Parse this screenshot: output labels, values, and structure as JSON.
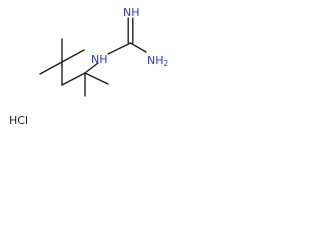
{
  "molecule": {
    "atoms": {
      "imine_nitrogen": "NH",
      "amine_nitrogen": "NH",
      "amino_group_main": "NH",
      "amino_group_sub": "2",
      "salt": "HCl"
    },
    "colors": {
      "bond": "#1a1a1a",
      "nitrogen": "#3036c8",
      "salt": "#202020"
    }
  }
}
